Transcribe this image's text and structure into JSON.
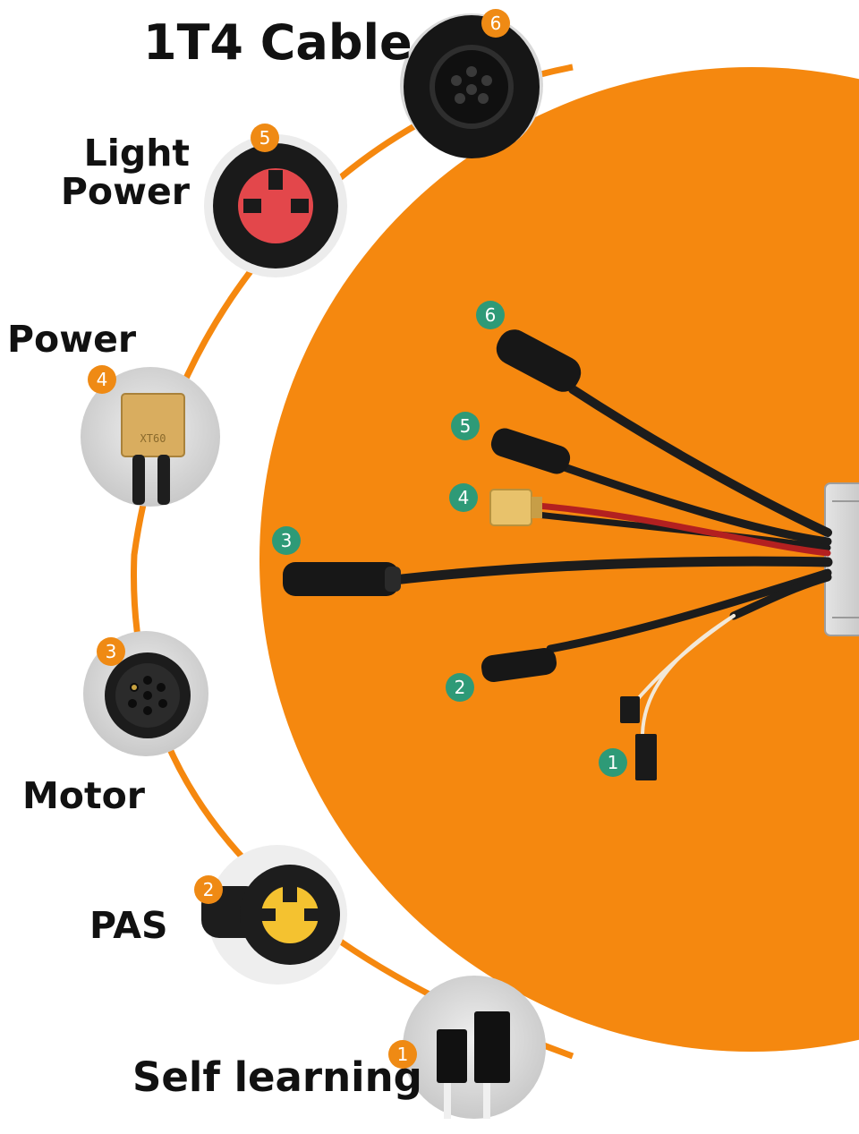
{
  "labels": {
    "cable_1t4": "1T4 Cable",
    "light_power_line1": "Light",
    "light_power_line2": "Power",
    "power": "Power",
    "motor": "Motor",
    "pas": "PAS",
    "self_learning": "Self learning"
  },
  "badges": {
    "n1": "1",
    "n2": "2",
    "n3": "3",
    "n4": "4",
    "n5": "5",
    "n6": "6"
  },
  "connector_text": {
    "power_plug_marking": "XT60"
  },
  "colors": {
    "accent_orange": "#f5880f",
    "badge_orange": "#ef8a14",
    "badge_green": "#2e9a77",
    "cable_black": "#1c1c1c",
    "wire_red": "#b32020"
  }
}
